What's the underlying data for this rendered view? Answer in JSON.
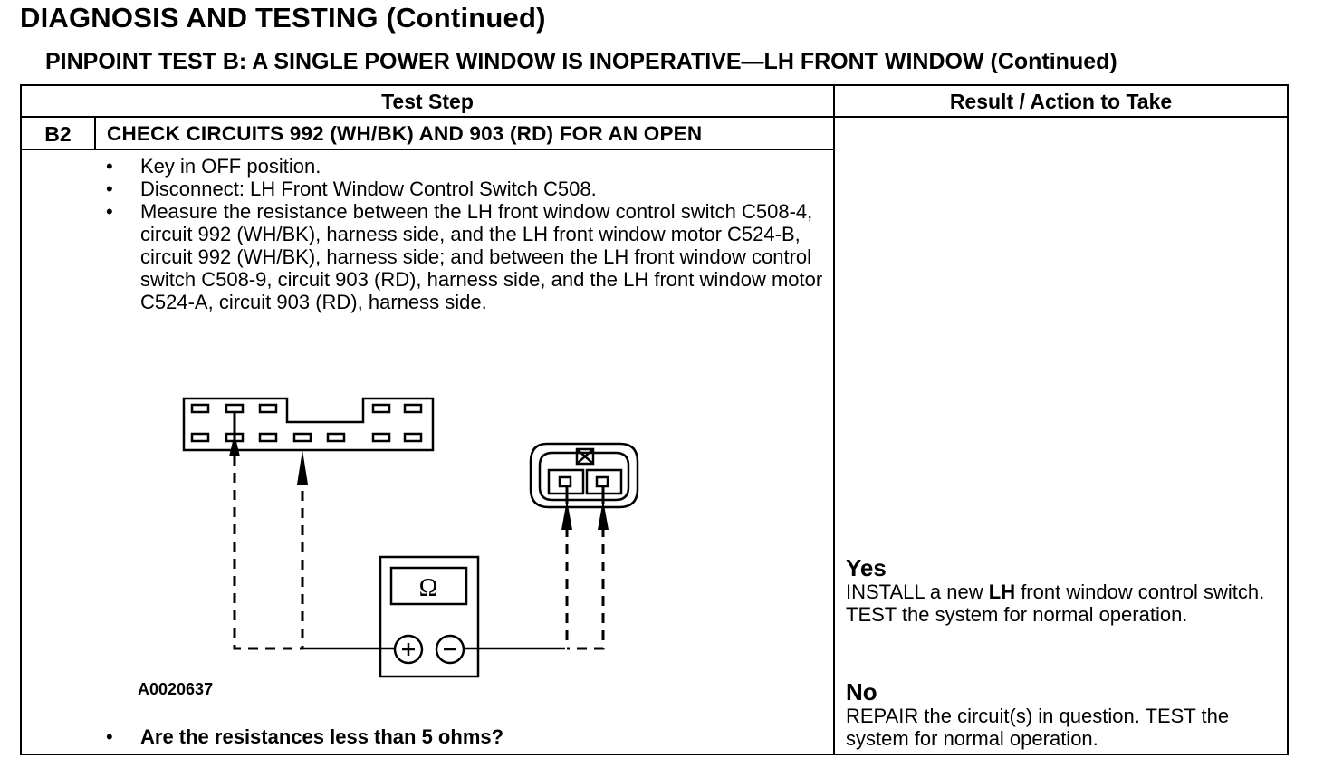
{
  "header": {
    "title": "DIAGNOSIS AND TESTING (Continued)",
    "subtitle": "PINPOINT TEST  B: A SINGLE POWER WINDOW IS INOPERATIVE—LH FRONT WINDOW (Continued)"
  },
  "table": {
    "col_test_step": "Test Step",
    "col_result": "Result / Action to Take",
    "step_id": "B2",
    "step_title": "CHECK CIRCUITS 992 (WH/BK) AND 903 (RD) FOR AN OPEN",
    "bullets": [
      "Key in OFF position.",
      "Disconnect: LH Front Window Control Switch C508.",
      "Measure the resistance between the LH front window control switch C508-4, circuit 992 (WH/BK), harness side, and the LH front window motor C524-B, circuit 992 (WH/BK), harness side; and between the LH front window control switch C508-9, circuit 903 (RD), harness side, and the LH front window motor C524-A, circuit 903 (RD), harness side."
    ],
    "figure_id": "A0020637",
    "meter_symbol": "Ω",
    "question": "Are the resistances less than 5 ohms?",
    "results": {
      "yes_label": "Yes",
      "yes_text_1": "INSTALL a new ",
      "yes_text_bold": "LH",
      "yes_text_2": " front window control switch. TEST the system for normal operation.",
      "no_label": "No",
      "no_text": "REPAIR the circuit(s) in question. TEST the system for normal operation."
    }
  }
}
